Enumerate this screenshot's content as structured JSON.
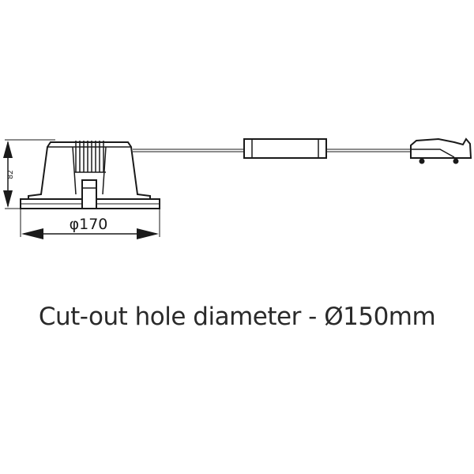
{
  "drawing": {
    "height_label": "82",
    "diameter_label": "φ170",
    "line_color": "#1a1a1a"
  },
  "caption": "Cut-out hole diameter - Ø150mm"
}
